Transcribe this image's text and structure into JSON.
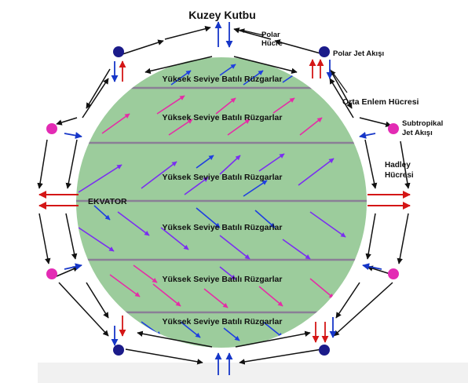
{
  "title": "Kuzey Kutbu",
  "equator_label": "EKVATOR",
  "band_label": "Yüksek Seviye Batılı Rüzgarlar",
  "labels": {
    "polar_cell_1": "Polar",
    "polar_cell_2": "Hücre",
    "polar_jet": "Polar Jet Akışı",
    "mid_latitude_cell": "Orta Enlem Hücresi",
    "subtropical_jet_1": "Subtropikal",
    "subtropical_jet_2": "Jet Akışı",
    "hadley_cell_1": "Hadley",
    "hadley_cell_2": "Hücresi"
  },
  "colors": {
    "earth": "#9ccc9c",
    "band_line": "#8a7f96",
    "jet_blue": "#1b1b8a",
    "jet_magenta": "#e32bb4",
    "wind_violet": "#7a2ef0",
    "wind_blue": "#1f3fe0",
    "wind_magenta": "#e52ca6",
    "frame_arrow": "#111111",
    "red_arrow": "#d41616",
    "blue_arrow": "#1636c8"
  },
  "icons": [
    "jet-stream-node-icon",
    "wind-arrow-icon",
    "circulation-arrow-icon"
  ]
}
